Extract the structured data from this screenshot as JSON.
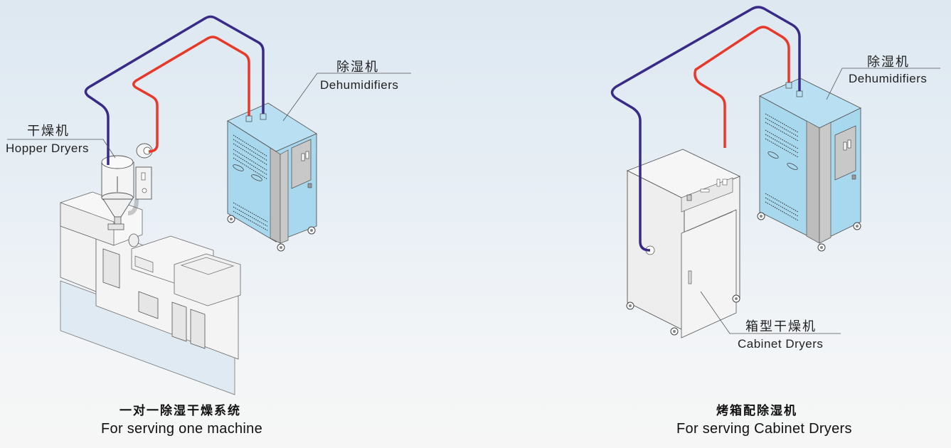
{
  "colors": {
    "return_pipe": "#3a2a88",
    "supply_pipe": "#e8382a",
    "dehumidifier_body": "#a8d8ee",
    "machine_body": "#efefef",
    "leader_line": "#555555"
  },
  "left_system": {
    "hopper_dryer_label": {
      "cn": "干燥机",
      "en": "Hopper Dryers"
    },
    "dehumidifier_label": {
      "cn": "除湿机",
      "en": "Dehumidifiers"
    },
    "caption": {
      "cn": "一对一除湿干燥系统",
      "en": "For serving one machine"
    }
  },
  "right_system": {
    "dehumidifier_label": {
      "cn": "除湿机",
      "en": "Dehumidifiers"
    },
    "cabinet_dryer_label": {
      "cn": "箱型干燥机",
      "en": "Cabinet Dryers"
    },
    "caption": {
      "cn": "烤箱配除湿机",
      "en": "For serving Cabinet Dryers"
    }
  }
}
